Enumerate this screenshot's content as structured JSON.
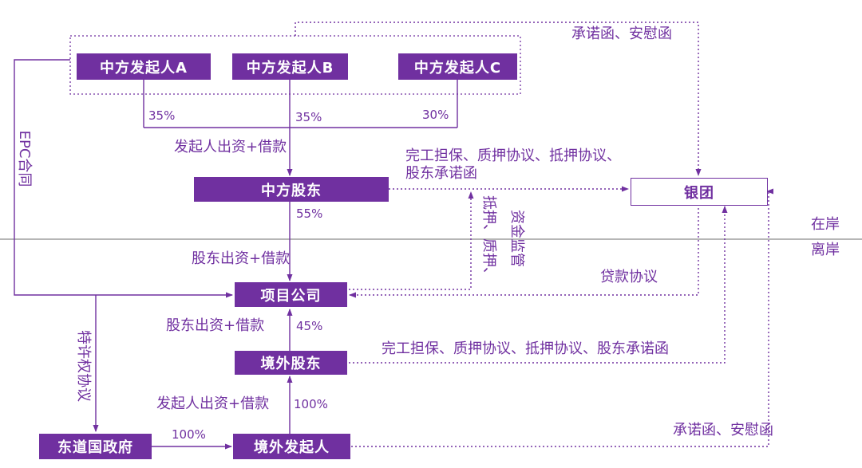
{
  "colors": {
    "primary": "#7030A0",
    "divider": "#8a8a8a"
  },
  "nodes": {
    "sponsor_a": "中方发起人A",
    "sponsor_b": "中方发起人B",
    "sponsor_c": "中方发起人C",
    "chinese_shareholder": "中方股东",
    "syndicate": "银团",
    "project_company": "项目公司",
    "offshore_shareholder": "境外股东",
    "offshore_sponsor": "境外发起人",
    "host_government": "东道国政府"
  },
  "labels": {
    "pct_a": "35%",
    "pct_b": "35%",
    "pct_c": "30%",
    "sponsor_funding_top": "发起人出资+借款",
    "pct_chinese_shareholder": "55%",
    "shareholder_funding_top": "股东出资+借款",
    "shareholder_funding_mid": "股东出资+借款",
    "pct_offshore_shareholder": "45%",
    "sponsor_funding_bottom": "发起人出资+借款",
    "pct_offshore_sponsor": "100%",
    "pct_government": "100%",
    "epc_contract": "EPC合同",
    "concession_agreement": "特许权协议",
    "comfort_letter_top": "承诺函、安慰函",
    "comfort_letter_bottom": "承诺函、安慰函",
    "guarantee_onshore_line1": "完工担保、质押协议、抵押协议、",
    "guarantee_onshore_line2": "股东承诺函",
    "security_left": "抵押、质押、",
    "security_right": "资金监管",
    "loan_agreement": "贷款协议",
    "guarantee_offshore": "完工担保、质押协议、抵押协议、股东承诺函",
    "onshore": "在岸",
    "offshore": "离岸"
  }
}
